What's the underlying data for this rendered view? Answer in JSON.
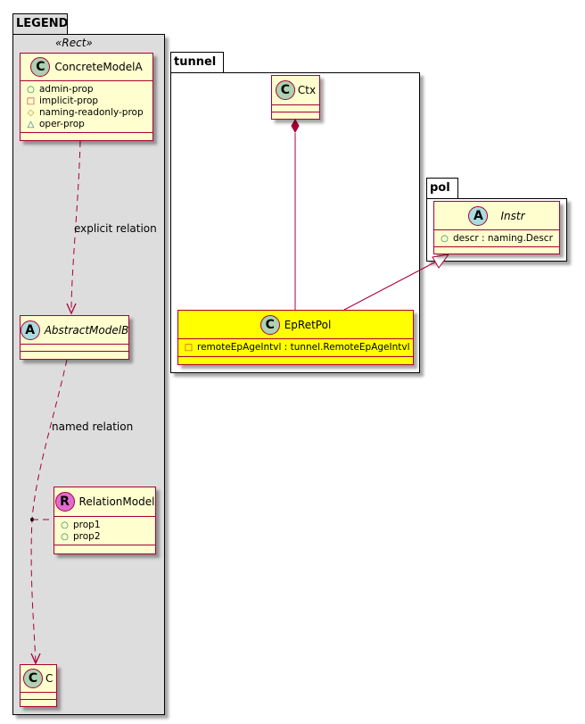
{
  "colors": {
    "class_fill": "#fefece",
    "class_border": "#a80036",
    "highlight_fill": "#ffff00",
    "legend_fill": "#dddddd",
    "spot_class": "#add1b2",
    "spot_abstract": "#a9dcdf",
    "spot_relation": "#e06ad1",
    "vis_public": "#038048",
    "vis_private": "#c82930",
    "vis_protected": "#b38d22",
    "vis_package": "#1963a0"
  },
  "packages": {
    "legend": {
      "name": "LEGEND",
      "stereotype": "«Rect»",
      "classes": {
        "concrete": {
          "spot": "C",
          "name": "ConcreteModelA",
          "fields": [
            {
              "vis": "○",
              "kind": "public",
              "text": "admin-prop"
            },
            {
              "vis": "□",
              "kind": "private",
              "text": "implicit-prop"
            },
            {
              "vis": "◇",
              "kind": "protected",
              "text": "naming-readonly-prop"
            },
            {
              "vis": "△",
              "kind": "package",
              "text": "oper-prop"
            }
          ]
        },
        "abstract": {
          "spot": "A",
          "name": "AbstractModelB"
        },
        "relation": {
          "spot": "R",
          "name": "RelationModel",
          "fields": [
            {
              "vis": "○",
              "kind": "public",
              "text": "prop1"
            },
            {
              "vis": "○",
              "kind": "public",
              "text": "prop2"
            }
          ]
        },
        "c": {
          "spot": "C",
          "name": "C"
        }
      },
      "relations": {
        "explicit": "explicit relation",
        "named": "named relation"
      }
    },
    "tunnel": {
      "name": "tunnel",
      "classes": {
        "ctx": {
          "spot": "C",
          "name": "Ctx"
        },
        "epretpol": {
          "spot": "C",
          "name": "EpRetPol",
          "fields": [
            {
              "vis": "□",
              "kind": "private",
              "text": "remoteEpAgeIntvl : tunnel.RemoteEpAgeIntvl"
            }
          ]
        }
      }
    },
    "pol": {
      "name": "pol",
      "classes": {
        "instr": {
          "spot": "A",
          "name": "Instr",
          "fields": [
            {
              "vis": "○",
              "kind": "public",
              "text": "descr : naming.Descr"
            }
          ]
        }
      }
    }
  }
}
